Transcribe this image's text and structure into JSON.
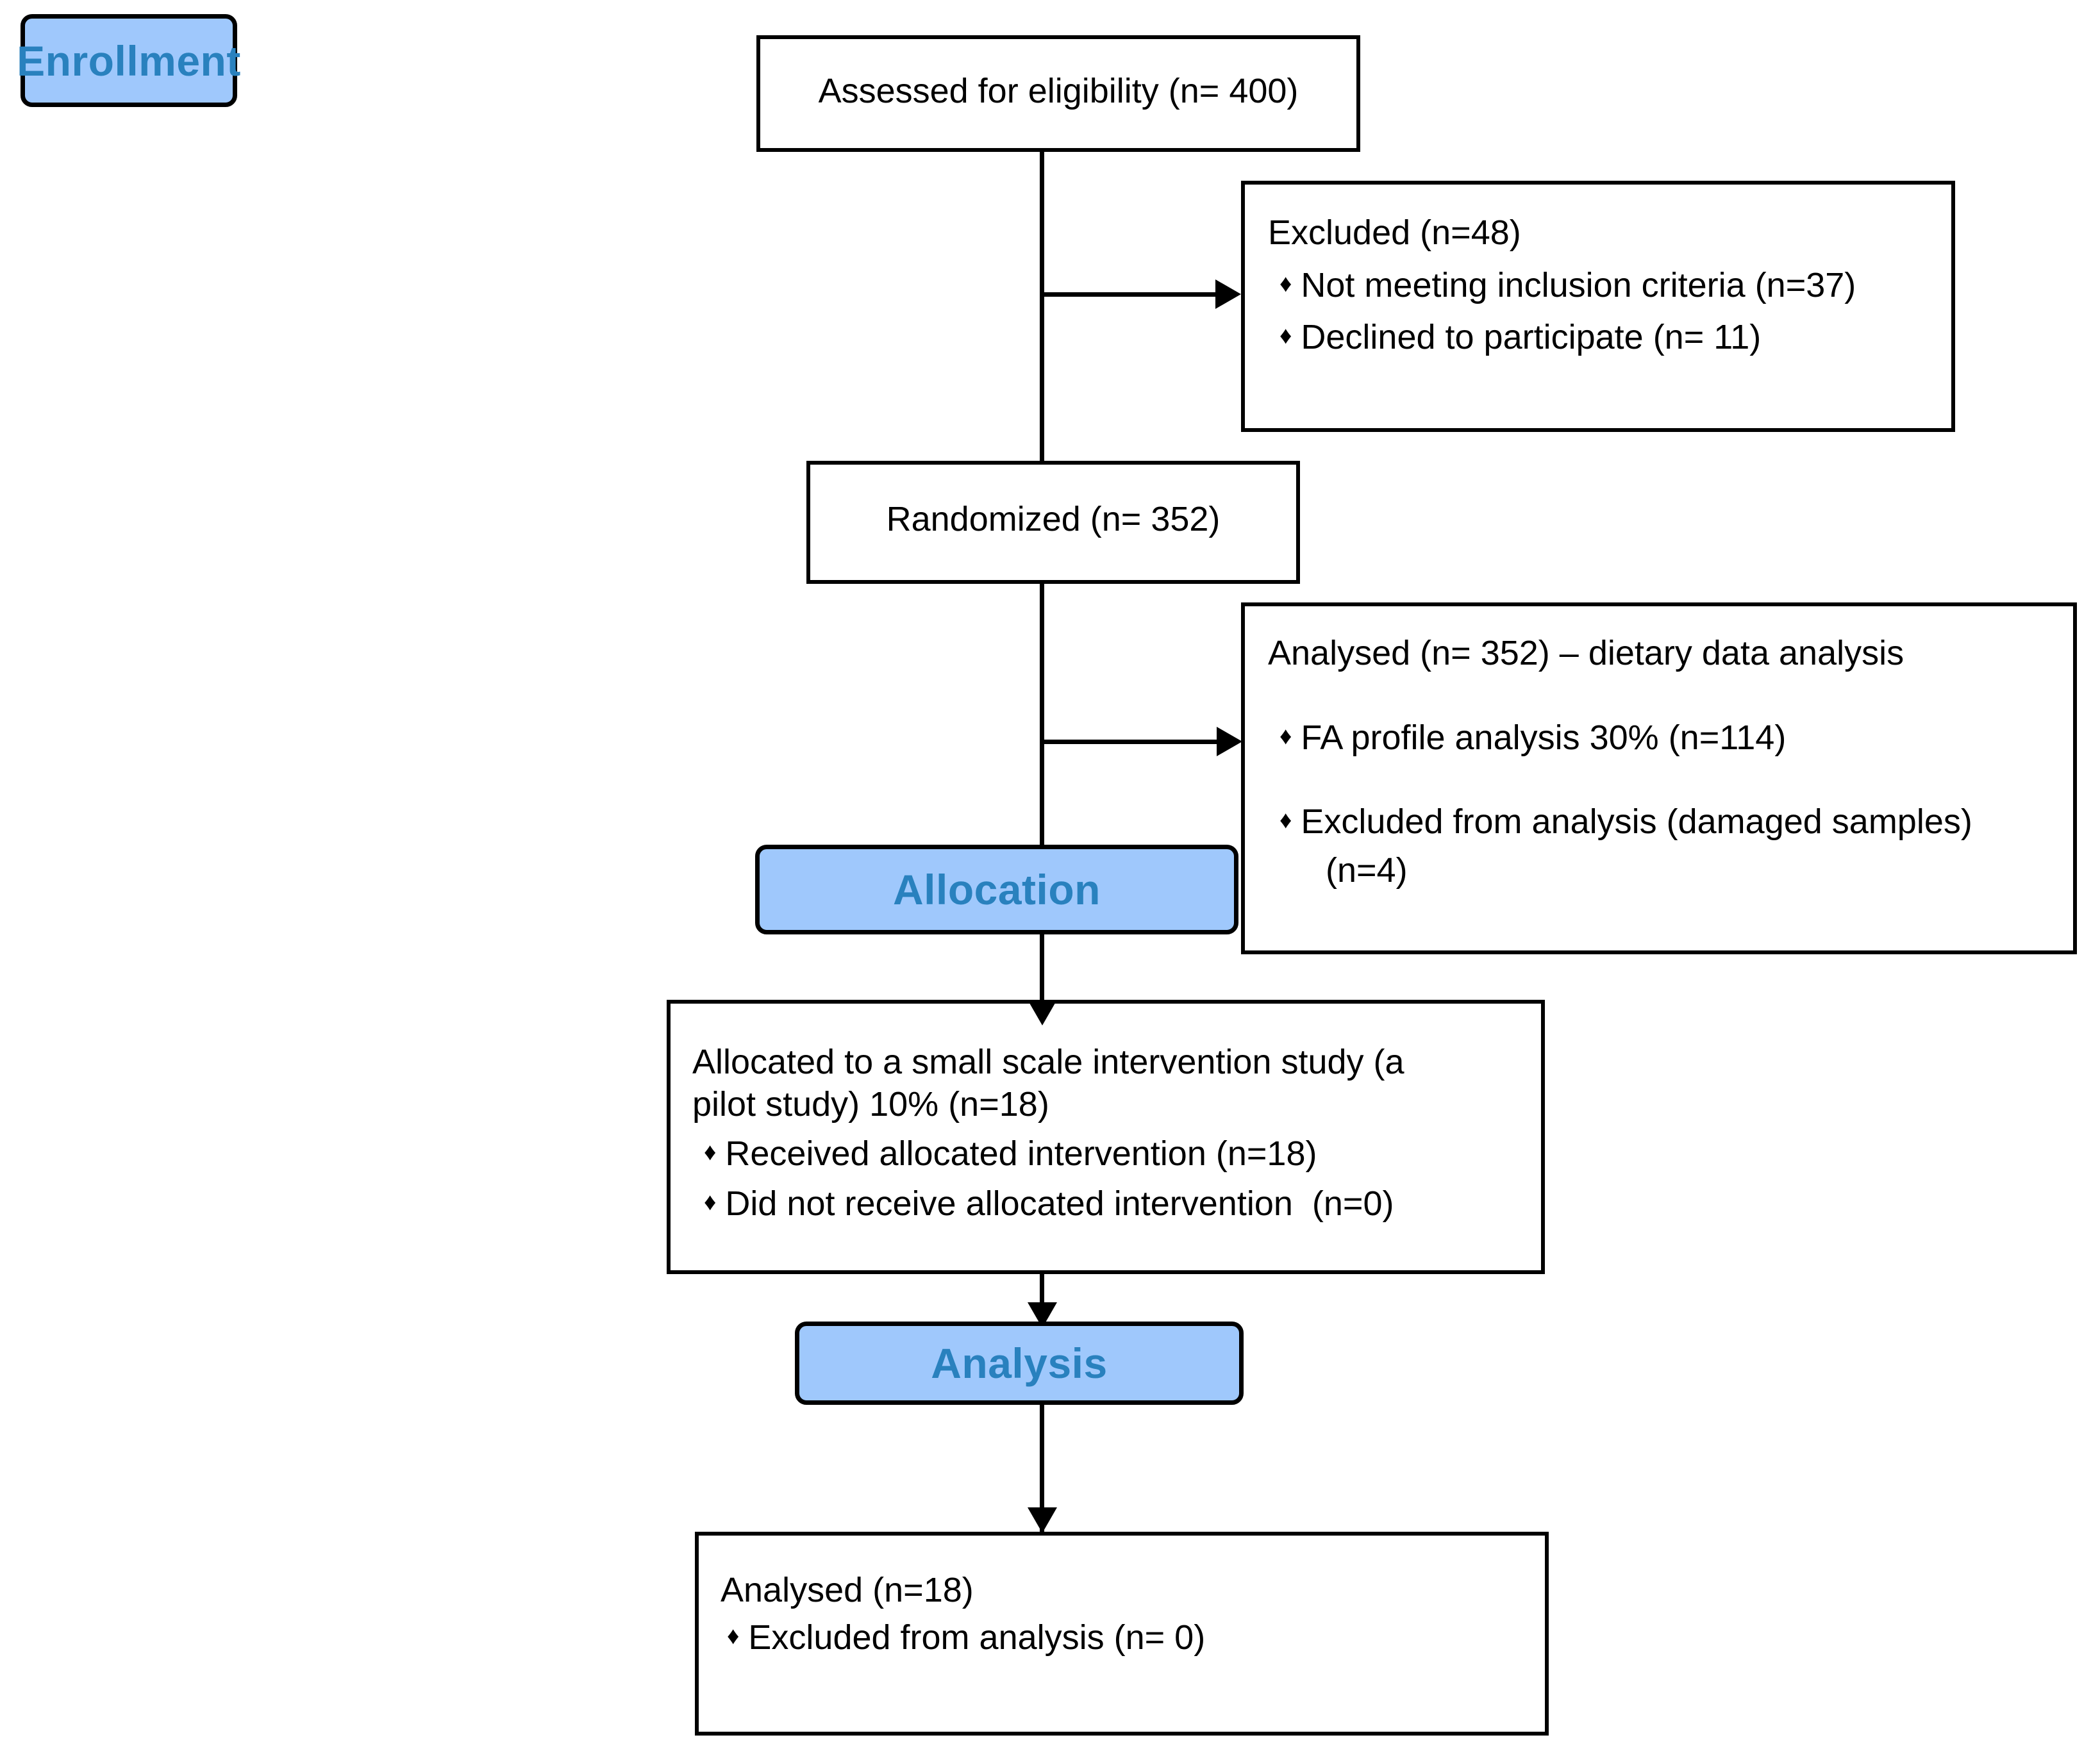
{
  "diagram": {
    "type": "consort-flow-diagram",
    "colors": {
      "stage_fill": "#9FC8FC",
      "stage_text": "#2981BE",
      "box_border": "#000000",
      "box_fill": "#FFFFFF",
      "connector": "#000000"
    }
  },
  "stages": [
    {
      "id": "enrollment",
      "label": "Enrollment"
    },
    {
      "id": "allocation",
      "label": "Allocation"
    },
    {
      "id": "analysis",
      "label": "Analysis"
    }
  ],
  "boxes": {
    "assessed": {
      "title": "Assessed for eligibility (n= 400)"
    },
    "excluded": {
      "title": "Excluded (n=48)",
      "bullets": [
        "Not meeting inclusion criteria (n=37)",
        "Declined to participate (n= 11)"
      ]
    },
    "randomized": {
      "title": "Randomized (n= 352)"
    },
    "analysed_dietary": {
      "title": "Analysed (n= 352) – dietary data analysis",
      "bullets": [
        "FA profile analysis 30% (n=114)",
        "Excluded from analysis (damaged samples)"
      ],
      "continuation": "(n=4)"
    },
    "allocated": {
      "title_line1": "Allocated to a small scale intervention study (a",
      "title_line2": "pilot study) 10% (n=18)",
      "bullets": [
        "Received allocated intervention (n=18)",
        "Did not receive allocated intervention  (n=0)"
      ]
    },
    "analysed_final": {
      "title": "Analysed (n=18)",
      "bullets": [
        "Excluded from analysis (n= 0)"
      ]
    }
  },
  "glyphs": {
    "diamond_bullet": "♦"
  }
}
